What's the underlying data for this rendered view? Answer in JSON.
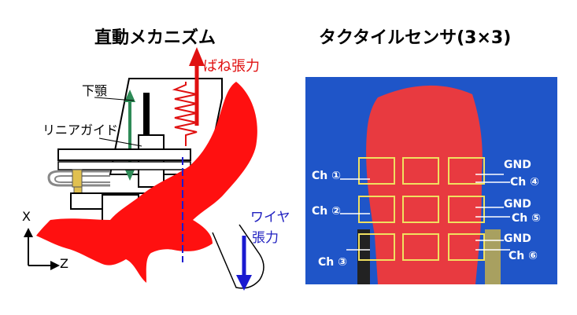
{
  "titles": {
    "left": "直動メカニズム",
    "right": "タクタイルセンサ(3×3)"
  },
  "left_labels": {
    "jaw": "下顎",
    "linear_guide": "リニアガイド",
    "spring_force": "ばね張力",
    "wire_tension_1": "ワイヤ",
    "wire_tension_2": "張力",
    "axis_x": "X",
    "axis_z": "Z"
  },
  "sensor_labels": {
    "ch1": "Ch ①",
    "ch2": "Ch ②",
    "ch3": "Ch ③",
    "ch4": "Ch ④",
    "ch5": "Ch ⑤",
    "ch6": "Ch ⑥",
    "gnd1": "GND",
    "gnd2": "GND",
    "gnd3": "GND"
  },
  "colors": {
    "tongue_red": "#ff1010",
    "spring_red": "#e01010",
    "green_arrow": "#2e8b57",
    "blue_wire": "#1a1ad0",
    "photo_blue": "#1f55c8",
    "sensor_yellow": "#f0e060"
  }
}
